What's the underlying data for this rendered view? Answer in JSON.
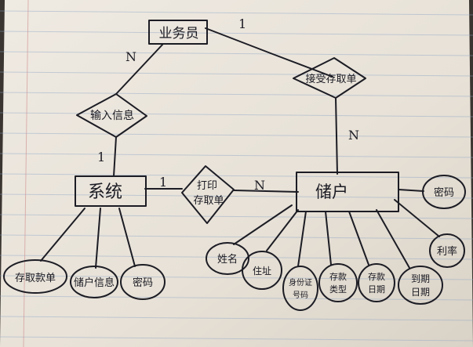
{
  "colors": {
    "paper": "#e9e3da",
    "rule_line": "#8ea6c6",
    "margin_line": "#cf8c8c",
    "ink": "#1c1c24",
    "paper_edge_shadow": "#3a3530"
  },
  "entities": {
    "salesperson": "业务员",
    "system": "系统",
    "depositor": "储户"
  },
  "relationships": {
    "enter_info": "输入信息",
    "confirm_withdrawal": "接受存取单",
    "print_withdrawal": "打印存取单"
  },
  "cardinalities": {
    "salesperson_to_enter_info": "N",
    "enter_info_to_system": "1",
    "salesperson_to_confirm": "1",
    "confirm_to_depositor": "N",
    "system_to_print": "1",
    "print_to_depositor": "N"
  },
  "attributes": {
    "system": [
      "存取款单",
      "储户信息",
      "密码"
    ],
    "depositor": [
      "姓名",
      "住址",
      "身份证号码",
      "存款类型",
      "存款日期",
      "到期日期",
      "利率",
      "密码"
    ]
  }
}
